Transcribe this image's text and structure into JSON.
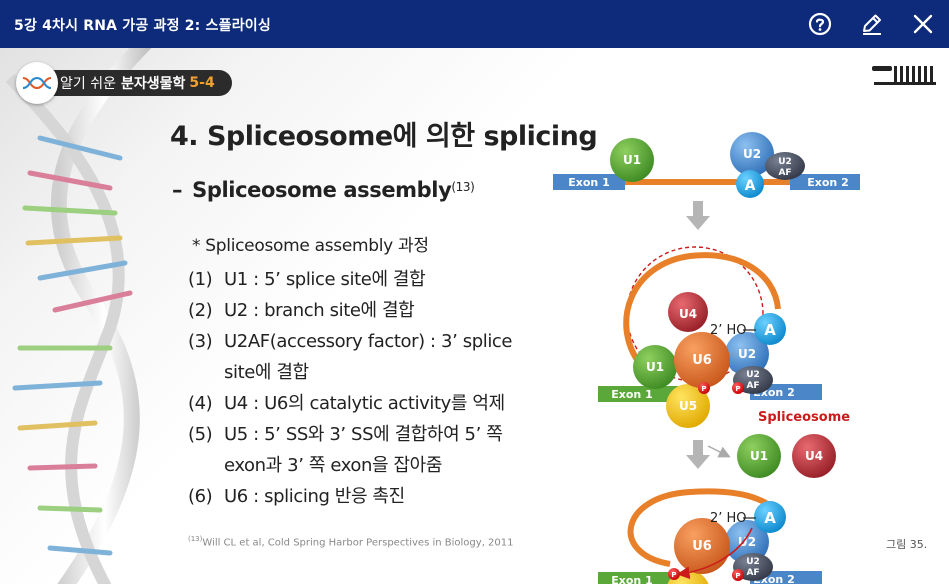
{
  "window": {
    "title": "5강 4차시 RNA 가공 과정 2: 스플라이싱",
    "buttons": {
      "help": "help-button",
      "edit": "edit-button",
      "close": "close-button"
    }
  },
  "brand": {
    "light": "알기 쉬운",
    "bold": "분자생물학",
    "number": "5-4"
  },
  "slide": {
    "heading": "4. Spliceosome에 의한 splicing",
    "subheading": "Spliceosome assembly",
    "subheading_ref": "(13)",
    "intro": "* Spliceosome assembly 과정",
    "items": [
      {
        "no": "(1)",
        "text": "U1 : 5’ splice site에 결합"
      },
      {
        "no": "(2)",
        "text": "U2 : branch site에 결합"
      },
      {
        "no": "(3)",
        "text": "U2AF(accessory factor) : 3’ splice site에 결합"
      },
      {
        "no": "(4)",
        "text": "U4 : U6의 catalytic activity를 억제"
      },
      {
        "no": "(5)",
        "text": "U5 : 5’ SS와 3’ SS에 결합하여 5’ 쪽 exon과 3’ 쪽 exon을 잡아줌"
      },
      {
        "no": "(6)",
        "text": "U6 : splicing 반응 촉진"
      }
    ],
    "citation_ref": "(13)",
    "citation": "Will CL et al, Cold Spring Harbor Perspectives in Biology, 2011",
    "figure_label": "그림 35."
  },
  "diagram": {
    "exon1": "Exon 1",
    "exon2": "Exon 2",
    "u1": "U1",
    "u2": "U2",
    "u2af_line1": "U2",
    "u2af_line2": "AF",
    "branch": "A",
    "u4": "U4",
    "u6": "U6",
    "u5": "U5",
    "ho": "2’ HO",
    "p": "P",
    "spliceosome": "Spliceosome",
    "colors": {
      "exon": "#4a86c8",
      "exon_green": "#5aa839",
      "intron": "#e8802a",
      "u1": "#56a832",
      "u2": "#4a90d9",
      "u2af": "#4a5060",
      "a": "#1aa3e8",
      "u4": "#c0323a",
      "u6": "#e8722a",
      "u5": "#f2c20c",
      "label_red": "#cc1b1b"
    }
  }
}
